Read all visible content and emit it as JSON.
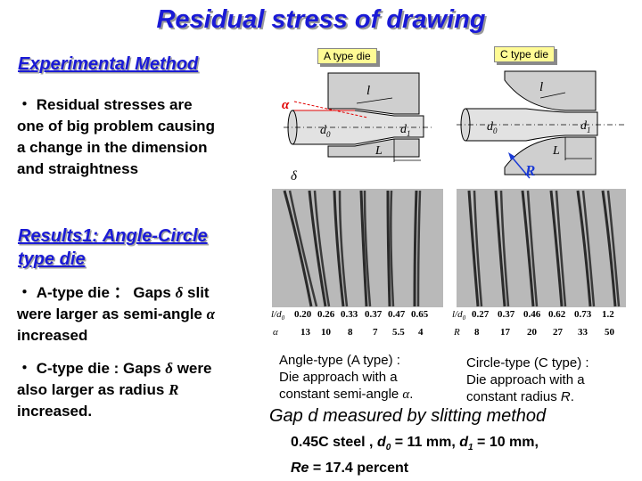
{
  "title": "Residual stress of drawing",
  "experimental": {
    "heading": "Experimental   Method",
    "bullet": "・",
    "lines": [
      "Residual stresses are",
      "one of big problem causing",
      "a change in the dimension",
      "and straightness"
    ]
  },
  "results": {
    "heading_line1": "Results1:  Angle-Circle",
    "heading_line2": "type die",
    "a_bullet": {
      "line1_pre": "・ A-type die ： Gaps ",
      "line1_sym": "δ",
      "line1_post": " slit",
      "line2_pre": "were larger as semi-angle ",
      "line2_sym": "α",
      "line3": "increased"
    },
    "c_bullet": {
      "line1_pre": "・ C-type die : Gaps ",
      "line1_sym": "δ",
      "line1_post": " were",
      "line2_pre": "also  larger  as  radius  ",
      "line2_sym": "R",
      "line3": "increased."
    }
  },
  "dies": {
    "a_label": "A type die",
    "c_label": "C type die",
    "symbols": {
      "alpha": "α",
      "l": "l",
      "d0": "d",
      "d0_sub": "0",
      "d1": "d",
      "d1_sub": "1",
      "L": "L",
      "R": "R",
      "delta": "δ"
    }
  },
  "table_a": {
    "row1_head": "l/d",
    "row1_head_sub": "0",
    "row1": [
      "0.20",
      "0.26",
      "0.33",
      "0.37",
      "0.47",
      "0.65"
    ],
    "row2_head": "α",
    "row2": [
      "13",
      "10",
      "8",
      "7",
      "5.5",
      "4"
    ]
  },
  "table_c": {
    "row1_head": "l/d",
    "row1_head_sub": "0",
    "row1": [
      "0.27",
      "0.37",
      "0.46",
      "0.62",
      "0.73",
      "1.2"
    ],
    "row2_head": "R",
    "row2": [
      "8",
      "17",
      "20",
      "27",
      "33",
      "50"
    ]
  },
  "captions": {
    "a_lines": [
      "Angle-type (A type) :",
      "Die approach with a"
    ],
    "a_line3_pre": "constant semi-angle ",
    "a_line3_sym": "α",
    "a_line3_post": ".",
    "c_lines": [
      "Circle-type (C type) :",
      "Die approach with a"
    ],
    "c_line3_pre": "constant  radius ",
    "c_line3_sym": "R",
    "c_line3_post": "."
  },
  "gap_title": "Gap d measured by slitting method",
  "conditions": {
    "p1": "0.45C   steel , ",
    "d0": "d",
    "d0_sub": "0",
    "p2": " = 11 mm,  ",
    "d1": "d",
    "d1_sub": "1",
    "p3": " = 10 mm,",
    "re": "Re",
    "p4": "  = 17.4 percent"
  },
  "colors": {
    "heading_blue": "#1a1ad6",
    "die_label_bg": "#fffb95",
    "red_marks": "#e00000",
    "arrow_blue": "#1a3ad6"
  }
}
